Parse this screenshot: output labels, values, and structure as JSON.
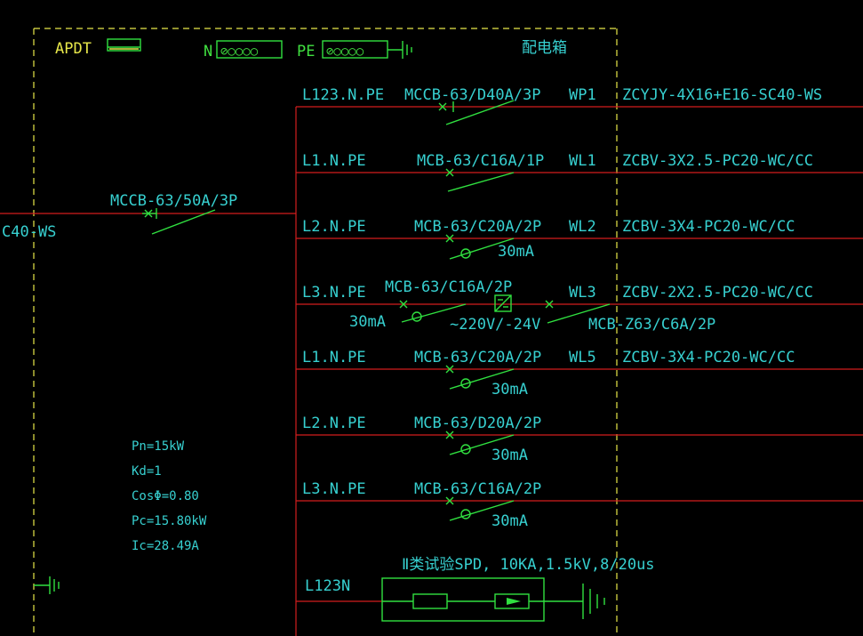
{
  "panel": {
    "name": "APDT",
    "type_label": "配电箱",
    "n_bar_label": "N",
    "pe_bar_label": "PE",
    "n_terminals": "⊘○○○○",
    "pe_terminals": "⊘○○○○"
  },
  "incoming": {
    "cable_label": "C40-WS",
    "breaker_label": "MCCB-63/50A/3P"
  },
  "circuits": [
    {
      "phase": "L123.N.PE",
      "breaker": "MCCB-63/D40A/3P",
      "rcd": "",
      "id": "WP1",
      "cable": "ZCYJY-4X16+E16-SC40-WS"
    },
    {
      "phase": "L1.N.PE",
      "breaker": "MCB-63/C16A/1P",
      "rcd": "",
      "id": "WL1",
      "cable": "ZCBV-3X2.5-PC20-WC/CC"
    },
    {
      "phase": "L2.N.PE",
      "breaker": "MCB-63/C20A/2P",
      "rcd": "30mA",
      "id": "WL2",
      "cable": "ZCBV-3X4-PC20-WC/CC"
    },
    {
      "phase": "L3.N.PE",
      "breaker": "MCB-63/C16A/2P",
      "rcd": "30mA",
      "id": "WL3",
      "cable": "ZCBV-2X2.5-PC20-WC/CC",
      "transformer": "~220V/-24V",
      "breaker2": "MCB-Z63/C6A/2P"
    },
    {
      "phase": "L1.N.PE",
      "breaker": "MCB-63/C20A/2P",
      "rcd": "30mA",
      "id": "WL5",
      "cable": "ZCBV-3X4-PC20-WC/CC"
    },
    {
      "phase": "L2.N.PE",
      "breaker": "MCB-63/D20A/2P",
      "rcd": "30mA",
      "id": "",
      "cable": ""
    },
    {
      "phase": "L3.N.PE",
      "breaker": "MCB-63/C16A/2P",
      "rcd": "30mA",
      "id": "",
      "cable": ""
    }
  ],
  "spd": {
    "phase": "L123N",
    "label": "Ⅱ类试验SPD, 10KA,1.5kV,8/20us"
  },
  "load_calc": {
    "pn": "Pn=15kW",
    "kd": "Kd=1",
    "cos": "CosΦ=0.80",
    "pc": "Pc=15.80kW",
    "ic": "Ic=28.49A"
  },
  "colors": {
    "background": "#000000",
    "text": "#37d0d0",
    "bus_line": "#d21e1e",
    "symbol": "#30e040",
    "boundary": "#e8e84a"
  }
}
